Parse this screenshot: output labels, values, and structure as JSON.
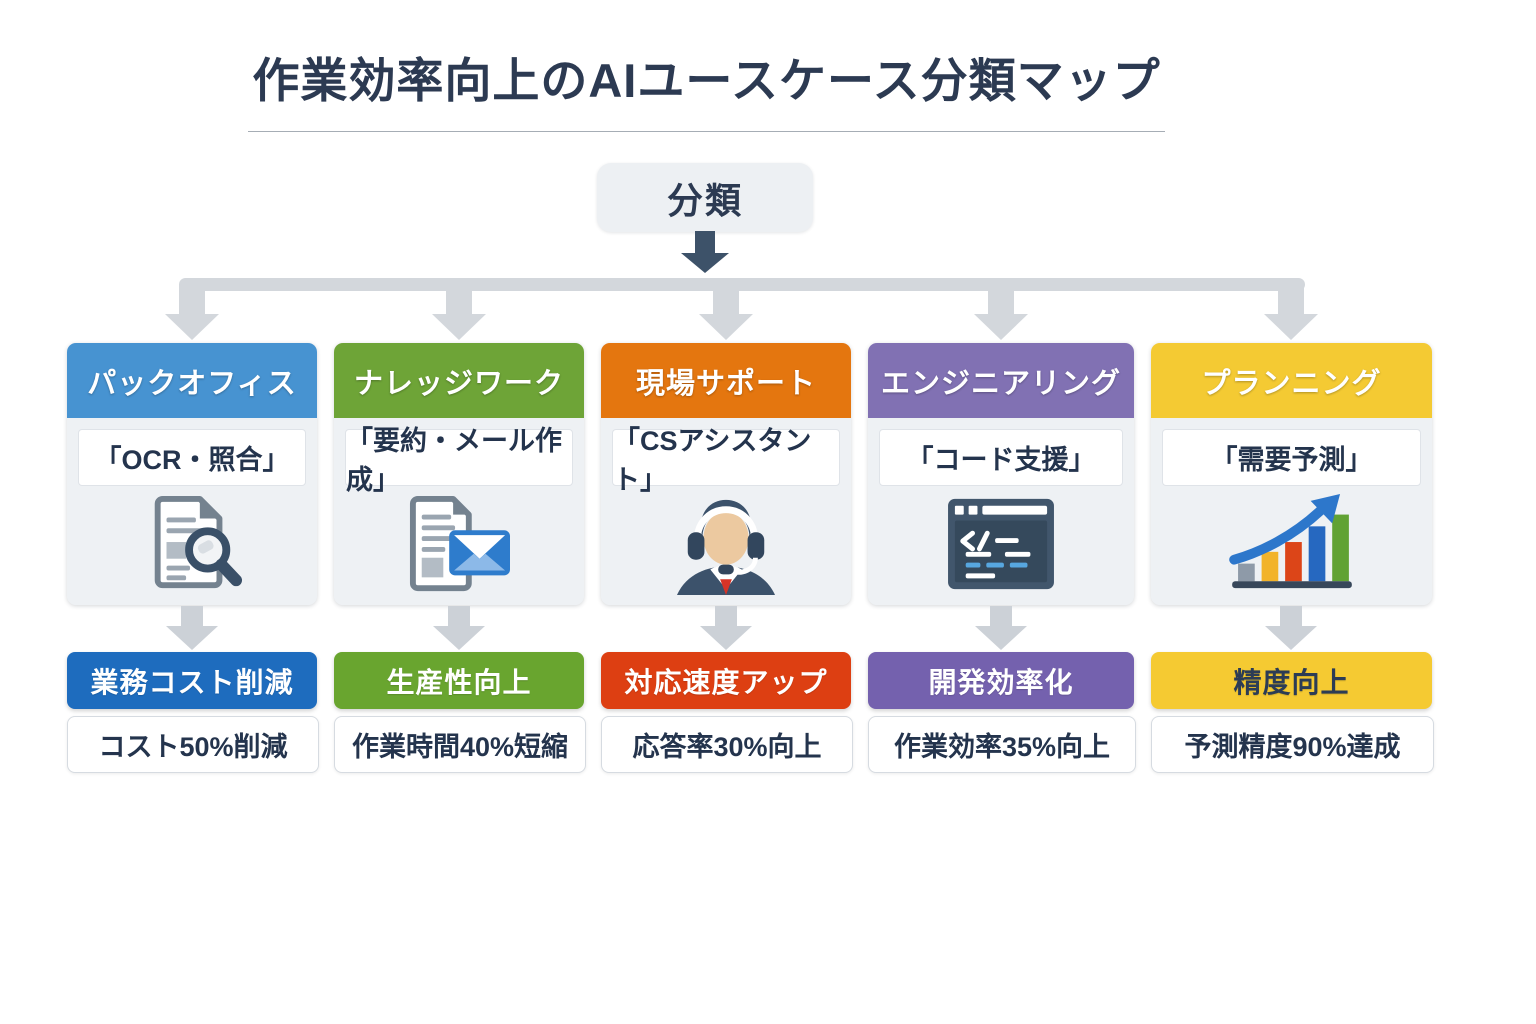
{
  "title": "作業効率向上のAIユースケース分類マップ",
  "root": {
    "label": "分類"
  },
  "columns": [
    {
      "name": "パックオフィス",
      "usecase": "「OCR・照合」",
      "icon": "document-search-icon",
      "outcome": "業務コスト削減",
      "metric": "コスト50%削減",
      "header_color": "#4793d1",
      "outcome_color": "#1e6cbe",
      "outcome_text_color": "#ffffff"
    },
    {
      "name": "ナレッジワーク",
      "usecase": "「要約・メール作成」",
      "icon": "document-mail-icon",
      "outcome": "生産性向上",
      "metric": "作業時間40%短縮",
      "header_color": "#6ea437",
      "outcome_color": "#69a52f",
      "outcome_text_color": "#ffffff"
    },
    {
      "name": "現場サポート",
      "usecase": "「CSアシスタント」",
      "icon": "support-agent-icon",
      "outcome": "対応速度アップ",
      "metric": "応答率30%向上",
      "header_color": "#e4760f",
      "outcome_color": "#dd3f12",
      "outcome_text_color": "#ffffff"
    },
    {
      "name": "エンジニアリング",
      "usecase": "「コード支援」",
      "icon": "code-window-icon",
      "outcome": "開発効率化",
      "metric": "作業効率35%向上",
      "header_color": "#8171b3",
      "outcome_color": "#7461ae",
      "outcome_text_color": "#ffffff"
    },
    {
      "name": "プランニング",
      "usecase": "「需要予測」",
      "icon": "growth-chart-icon",
      "outcome": "精度向上",
      "metric": "予測精度90%達成",
      "header_color": "#f4ca33",
      "outcome_color": "#f5ca32",
      "outcome_text_color": "#2c3c55"
    }
  ],
  "colors": {
    "title_text": "#2c3a52",
    "root_box_bg": "#edf0f3",
    "connector_gray": "#d3d7dc",
    "root_arrow_navy": "#3d5269",
    "card_body_bg": "#eef1f4",
    "page_bg": "#ffffff"
  }
}
